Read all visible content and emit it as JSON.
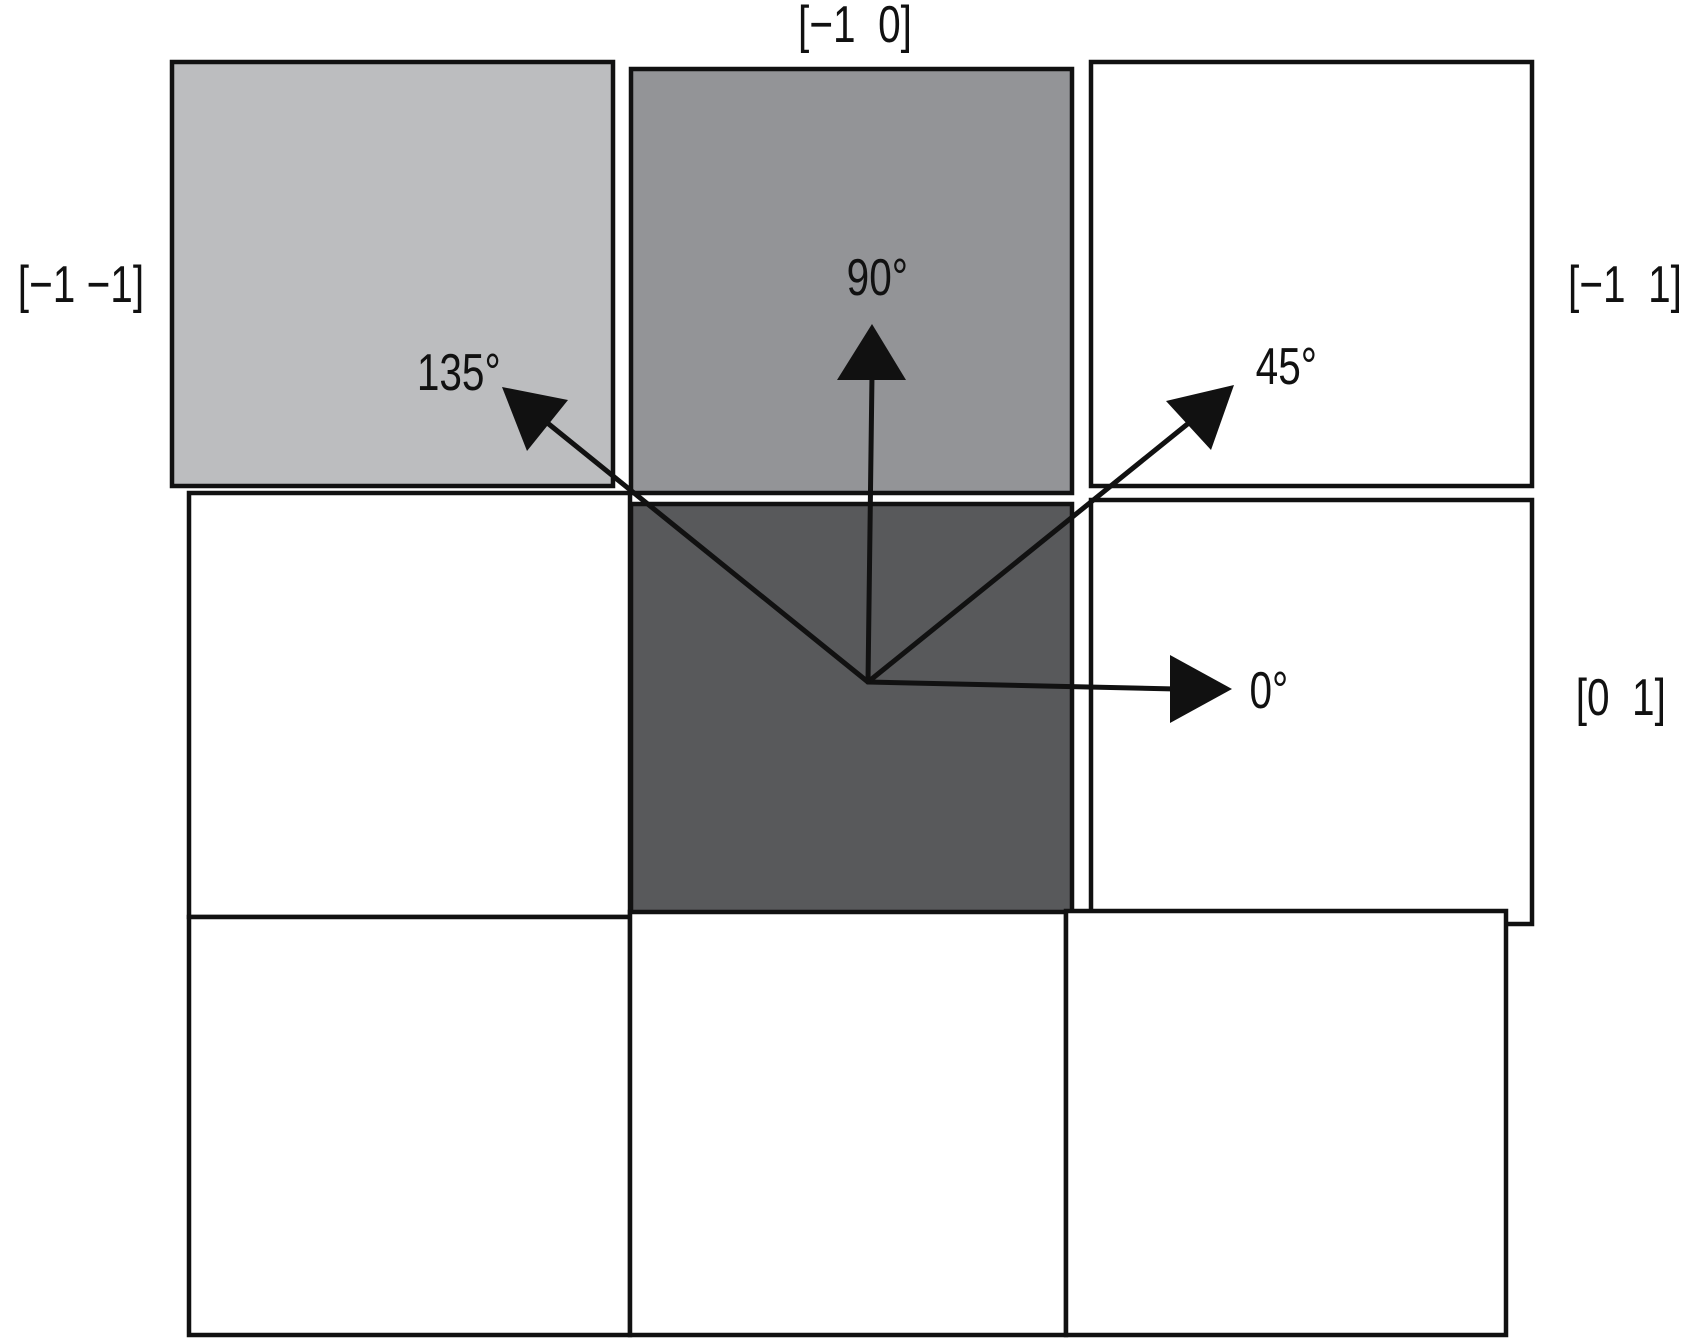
{
  "cells": [
    {
      "id": "top-left",
      "fill": "#bcbdbf"
    },
    {
      "id": "top-center",
      "fill": "#939497"
    },
    {
      "id": "top-right",
      "fill": "#ffffff"
    },
    {
      "id": "middle-left",
      "fill": "#ffffff"
    },
    {
      "id": "middle-center",
      "fill": "#58595b"
    },
    {
      "id": "middle-right",
      "fill": "#ffffff"
    },
    {
      "id": "bottom-left",
      "fill": "#ffffff"
    },
    {
      "id": "bottom-center",
      "fill": "#ffffff"
    },
    {
      "id": "bottom-right",
      "fill": "#ffffff"
    }
  ],
  "offset_labels": {
    "top_left": "[−1 −1]",
    "top_center": "[−1  0]",
    "top_right": "[−1  1]",
    "right": "[0  1]"
  },
  "angle_labels": {
    "deg0": "0°",
    "deg45": "45°",
    "deg90": "90°",
    "deg135": "135°"
  },
  "colors": {
    "stroke": "#111111",
    "background": "#ffffff"
  }
}
